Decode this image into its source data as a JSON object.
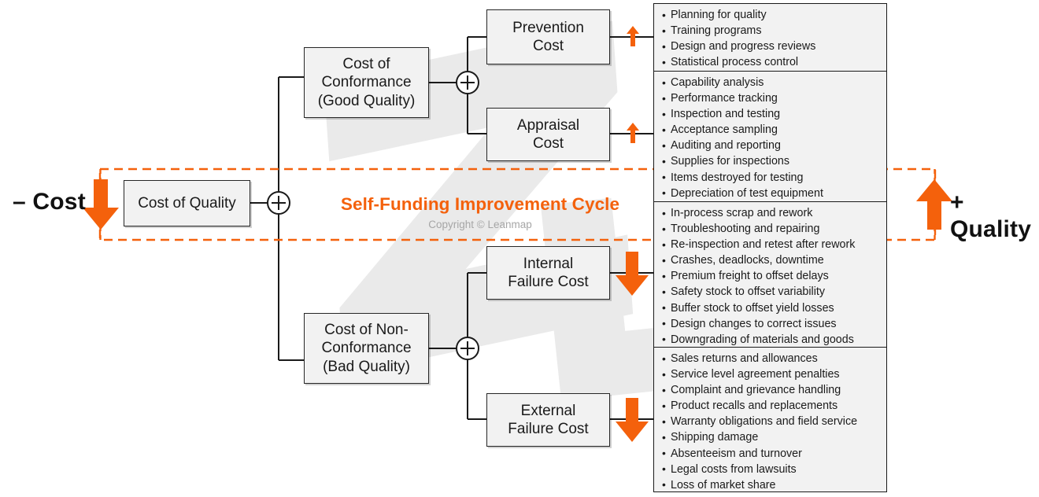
{
  "diagram": {
    "title": "Cost of Quality breakdown with Self-Funding Improvement Cycle",
    "accent_color": "#f4610c",
    "box_fill": "#f2f2f2",
    "box_border": "#262626",
    "watermark_color": "#e8e8e8"
  },
  "captions": {
    "left": "– Cost",
    "right": "+ Quality",
    "cycle_title": "Self-Funding Improvement Cycle",
    "copyright": "Copyright © Leanmap"
  },
  "nodes": {
    "root": {
      "label": "Cost of Quality"
    },
    "conformance": {
      "label": "Cost of\nConformance\n(Good Quality)"
    },
    "nonconformance": {
      "label": "Cost of Non-\nConformance\n(Bad Quality)"
    },
    "prevention": {
      "label": "Prevention\nCost"
    },
    "appraisal": {
      "label": "Appraisal\nCost"
    },
    "internal_failure": {
      "label": "Internal\nFailure Cost"
    },
    "external_failure": {
      "label": "External\nFailure Cost"
    }
  },
  "operators": [
    {
      "name": "sum-root",
      "symbol": "+"
    },
    {
      "name": "sum-conformance",
      "symbol": "+"
    },
    {
      "name": "sum-nonconformance",
      "symbol": "+"
    }
  ],
  "arrows": {
    "cost_down": {
      "direction": "down",
      "size": "large",
      "meaning": "cost decreases"
    },
    "quality_up": {
      "direction": "up",
      "size": "large",
      "meaning": "quality increases"
    },
    "prevention_up": {
      "direction": "up",
      "size": "small",
      "meaning": "spend more"
    },
    "appraisal_up": {
      "direction": "up",
      "size": "small",
      "meaning": "spend more"
    },
    "internal_down": {
      "direction": "down",
      "size": "large",
      "meaning": "cost falls"
    },
    "external_down": {
      "direction": "down",
      "size": "large",
      "meaning": "cost falls"
    }
  },
  "lists": [
    {
      "name": "prevention-cost-items",
      "items": [
        "Planning for quality",
        "Training programs",
        "Design and progress reviews",
        "Statistical process control"
      ]
    },
    {
      "name": "appraisal-cost-items",
      "items": [
        "Capability analysis",
        "Performance tracking",
        "Inspection and testing",
        "Acceptance sampling",
        "Auditing and reporting",
        "Supplies for inspections",
        "Items destroyed for testing",
        "Depreciation of test equipment"
      ]
    },
    {
      "name": "internal-failure-cost-items",
      "items": [
        "In-process scrap and rework",
        "Troubleshooting and repairing",
        "Re-inspection and retest after rework",
        "Crashes, deadlocks, downtime",
        "Premium freight to offset delays",
        "Safety stock to offset variability",
        "Buffer stock to offset yield losses",
        "Design changes to correct issues",
        "Downgrading of materials and goods"
      ]
    },
    {
      "name": "external-failure-cost-items",
      "items": [
        "Sales returns and allowances",
        "Service level agreement penalties",
        "Complaint and grievance handling",
        "Product recalls and replacements",
        "Warranty obligations and field service",
        "Shipping damage",
        "Absenteeism and turnover",
        "Legal costs from lawsuits",
        "Loss of market share"
      ]
    }
  ]
}
